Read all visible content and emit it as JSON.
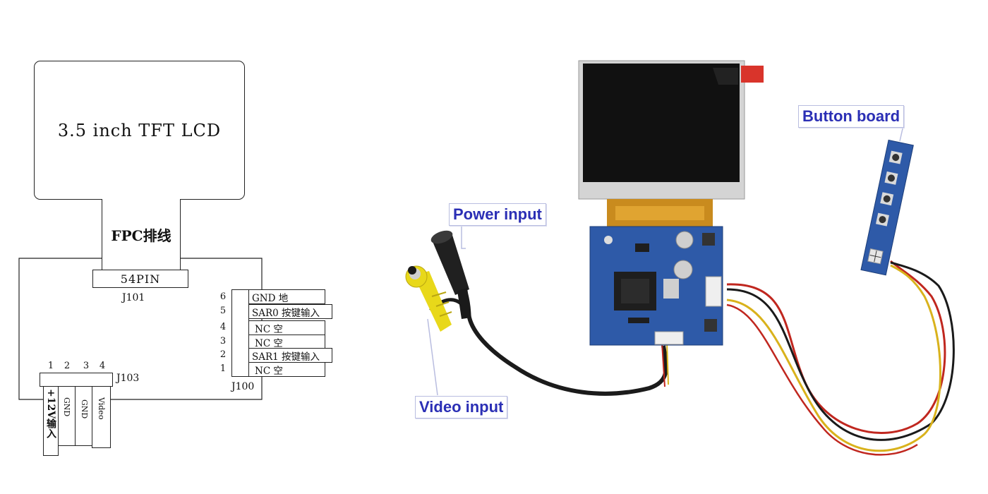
{
  "schematic": {
    "lcd_label": "3.5 inch TFT LCD",
    "fpc_label": "FPC排线",
    "connector_54pin_label": "54PIN",
    "j101_label": "J101",
    "j103_label": "J103",
    "j100_label": "J100",
    "j100_pins": [
      {
        "num": "6",
        "label": "GND 地"
      },
      {
        "num": "5",
        "label": "SAR0 按键输入"
      },
      {
        "num": "4",
        "label": "NC 空"
      },
      {
        "num": "3",
        "label": "NC 空"
      },
      {
        "num": "2",
        "label": "SAR1 按键输入"
      },
      {
        "num": "1",
        "label": "NC 空"
      }
    ],
    "j103_pin_numbers": [
      "1",
      "2",
      "3",
      "4"
    ],
    "j103_pins": [
      "+12V输入",
      "GND",
      "GND",
      "Video"
    ]
  },
  "photo": {
    "callouts": {
      "power_input": "Power input",
      "video_input": "Video input",
      "button_board": "Button board"
    }
  },
  "colors": {
    "callout_text": "#2b2fb5",
    "pcb_blue": "#2e5aa8",
    "cable_red": "#c0271f",
    "cable_yellow": "#d9b21c",
    "rca_yellow": "#e8d81a"
  }
}
